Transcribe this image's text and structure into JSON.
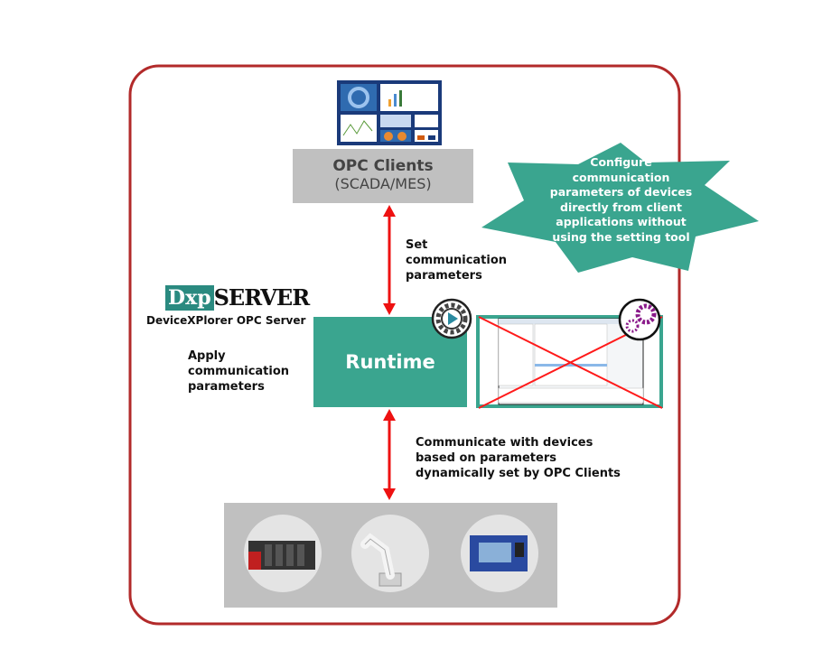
{
  "colors": {
    "frame": "#b22a2a",
    "teal": "#3aa58f",
    "gray": "#c0c0c0",
    "arrow": "#ee1111",
    "gear_purple": "#8a1a8a"
  },
  "clients": {
    "title": "OPC Clients",
    "subtitle": "(SCADA/MES)",
    "image_icon": "dashboard-icon"
  },
  "arrow_top_label": [
    "Set",
    "communication",
    "parameters"
  ],
  "logo": {
    "text": "DxpSERVER",
    "subtitle": "DeviceXPlorer OPC Server"
  },
  "apply_label": [
    "Apply",
    "communication",
    "parameters"
  ],
  "runtime": {
    "label": "Runtime",
    "icon": "play-gear-icon"
  },
  "setting_tool": {
    "icon": "gears-icon",
    "crossed_out": true
  },
  "callout": [
    "Configure",
    "communication",
    "parameters of devices",
    "directly from client",
    "applications without",
    "using the setting tool"
  ],
  "arrow_bottom_label": [
    "Communicate with devices",
    "based on parameters",
    "dynamically set by OPC Clients"
  ],
  "devices": [
    "plc-icon",
    "robot-arm-icon",
    "machine-tool-icon"
  ]
}
